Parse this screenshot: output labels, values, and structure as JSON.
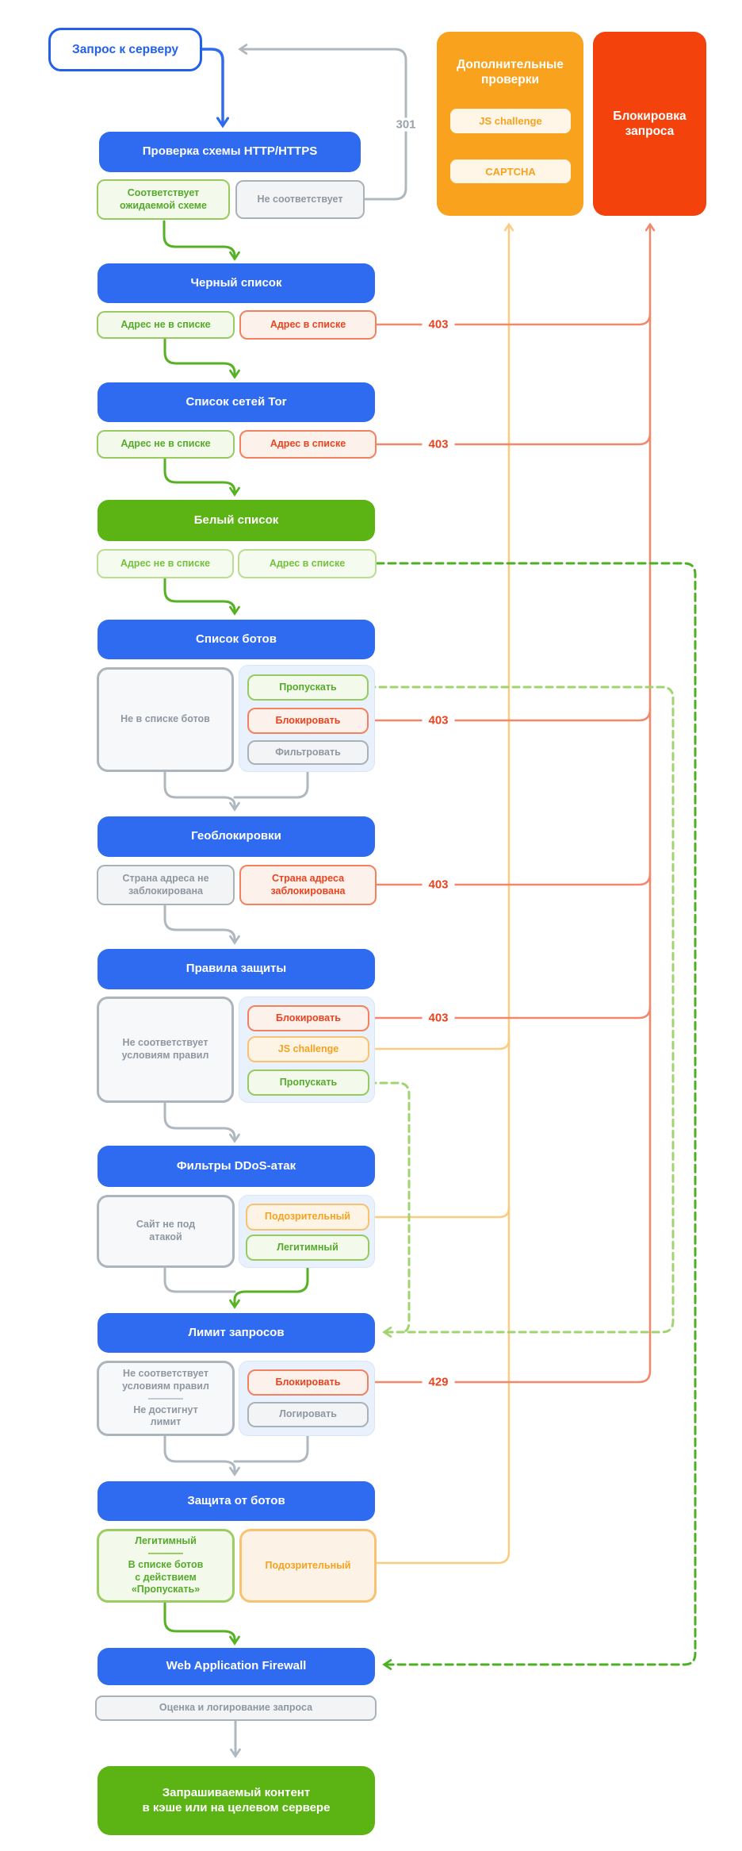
{
  "palette": {
    "blue": "#2F6BF0",
    "green": "#5CB414",
    "orange_box": "#F9A21D",
    "red_box": "#F4420D",
    "wire_green": "#56B224",
    "wire_gray": "#B0B8BF",
    "wire_salmon": "#F4876A",
    "wire_orange": "#FBCB7E",
    "wire_dashed_green": "#4CB122",
    "wire_dashed_lightgreen": "#9FD46F",
    "code_red": "#E8441F",
    "code_gray": "#9AA2AB"
  },
  "nodes": {
    "request": "Запрос к серверу",
    "extra_checks": "Дополнительные\nпроверки",
    "js_challenge": "JS challenge",
    "captcha": "CAPTCHA",
    "block_request": "Блокировка\nзапроса",
    "http_check": "Проверка схемы HTTP/HTTPS",
    "http_ok": "Соответствует\nожидаемой схеме",
    "http_bad": "Не соответствует",
    "blacklist": "Черный список",
    "not_in_list": "Адрес не в списке",
    "in_list": "Адрес в списке",
    "tor": "Список сетей Tor",
    "whitelist": "Белый список",
    "bots": "Список ботов",
    "not_in_bots": "Не в списке ботов",
    "allow": "Пропускать",
    "block": "Блокировать",
    "filter": "Фильтровать",
    "geo": "Геоблокировки",
    "geo_ok": "Страна адреса не\nзаблокирована",
    "geo_bad": "Страна адреса\nзаблокирована",
    "rules": "Правила защиты",
    "rules_ok": "Не соответствует\nусловиям правил",
    "ddos": "Фильтры DDoS-атак",
    "no_attack": "Сайт не под\nатакой",
    "suspicious": "Подозрительный",
    "legit": "Легитимный",
    "limit": "Лимит запросов",
    "limit_ok1": "Не соответствует\nусловиям правил",
    "limit_ok2": "Не достигнут\nлимит",
    "log": "Логировать",
    "bot_protect": "Защита от ботов",
    "bp_legit": "Легитимный",
    "bp_in_list": "В списке ботов\nс действием\n«Пропускать»",
    "waf": "Web Application Firewall",
    "evaluate": "Оценка и логирование запроса",
    "final": "Запрашиваемый контент\nв кэше или на целевом сервере"
  },
  "codes": {
    "redirect": "301",
    "forbidden": "403",
    "too_many": "429"
  }
}
